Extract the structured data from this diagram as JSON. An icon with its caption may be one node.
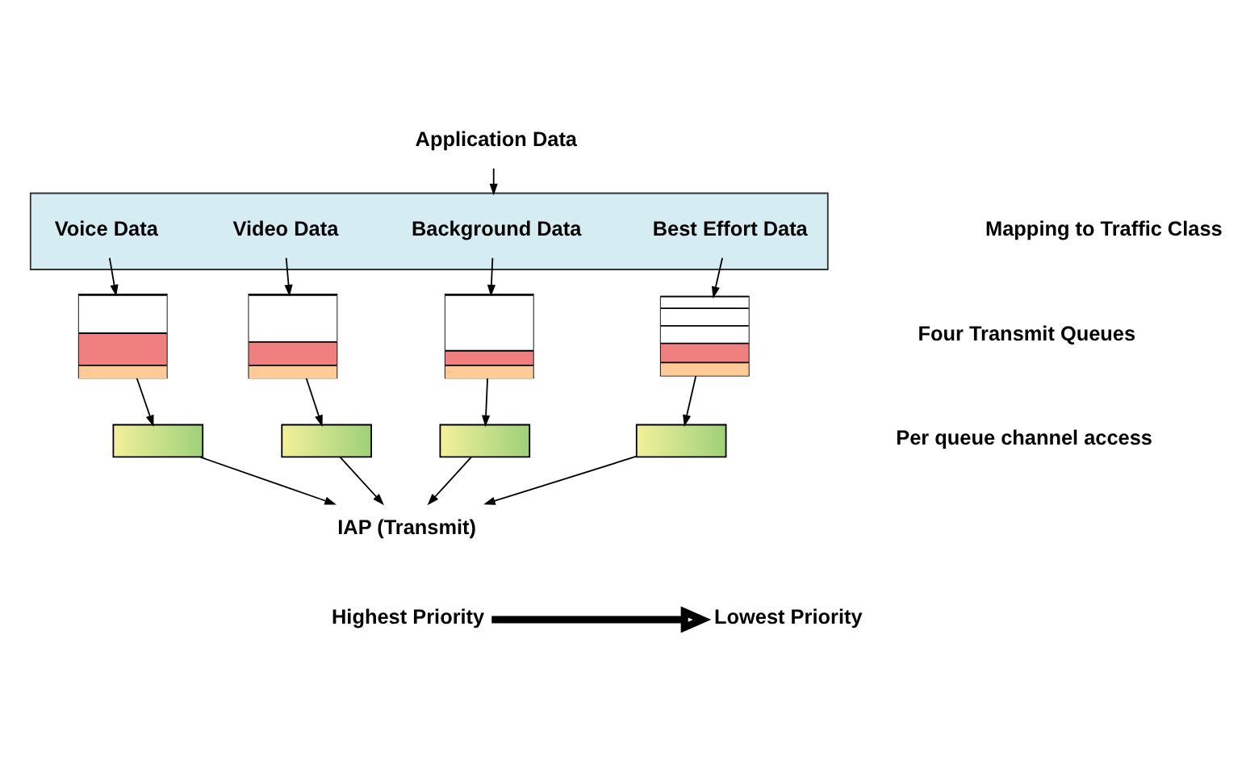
{
  "diagram": {
    "nodes": [
      {
        "text": [
          "Application Data"
        ]
      },
      {
        "text": [],
        "shape": "box"
      },
      {
        "text": [
          "Voice Data"
        ],
        "in": 1
      },
      {
        "text": [
          "Video Data"
        ],
        "in": 1
      },
      {
        "text": [
          "Background Data"
        ],
        "in": 1
      },
      {
        "text": [
          "Best Effort Data"
        ],
        "in": 1
      },
      {
        "text": [],
        "shape": "box"
      },
      {
        "text": [],
        "shape": "box"
      },
      {
        "text": [],
        "shape": "box"
      },
      {
        "text": [],
        "shape": "box"
      },
      {
        "text": [],
        "shape": "box"
      },
      {
        "text": [],
        "shape": "box"
      },
      {
        "text": [],
        "shape": "box"
      },
      {
        "text": [],
        "shape": "box"
      },
      {
        "text": [
          "IAP (Transmit)"
        ]
      },
      {
        "text": [
          "Highest Priority"
        ]
      },
      {
        "text": [
          "Lowest Priority"
        ]
      }
    ],
    "edges": [
      {
        "from": 0,
        "to": 1,
        "arrow": "to"
      },
      {
        "from": 2,
        "to": 6,
        "arrow": "to"
      },
      {
        "from": 3,
        "to": 7,
        "arrow": "to"
      },
      {
        "from": 4,
        "to": 8,
        "arrow": "to"
      },
      {
        "from": 5,
        "to": 9,
        "arrow": "to"
      },
      {
        "from": 6,
        "to": 10,
        "arrow": "to"
      },
      {
        "from": 7,
        "to": 11,
        "arrow": "to"
      },
      {
        "from": 8,
        "to": 12,
        "arrow": "to"
      },
      {
        "from": 9,
        "to": 13,
        "arrow": "to"
      },
      {
        "from": 10,
        "to": 14,
        "arrow": "to"
      },
      {
        "from": 11,
        "to": 14,
        "arrow": "to"
      },
      {
        "from": 12,
        "to": 14,
        "arrow": "to"
      },
      {
        "from": 13,
        "to": 14,
        "arrow": "to"
      },
      {
        "from": 15,
        "to": 16,
        "arrow": "to",
        "style": "thick"
      }
    ],
    "labels": [
      "Mapping to Traffic Class",
      "Four Transmit Queues",
      "Per queue channel access"
    ]
  }
}
